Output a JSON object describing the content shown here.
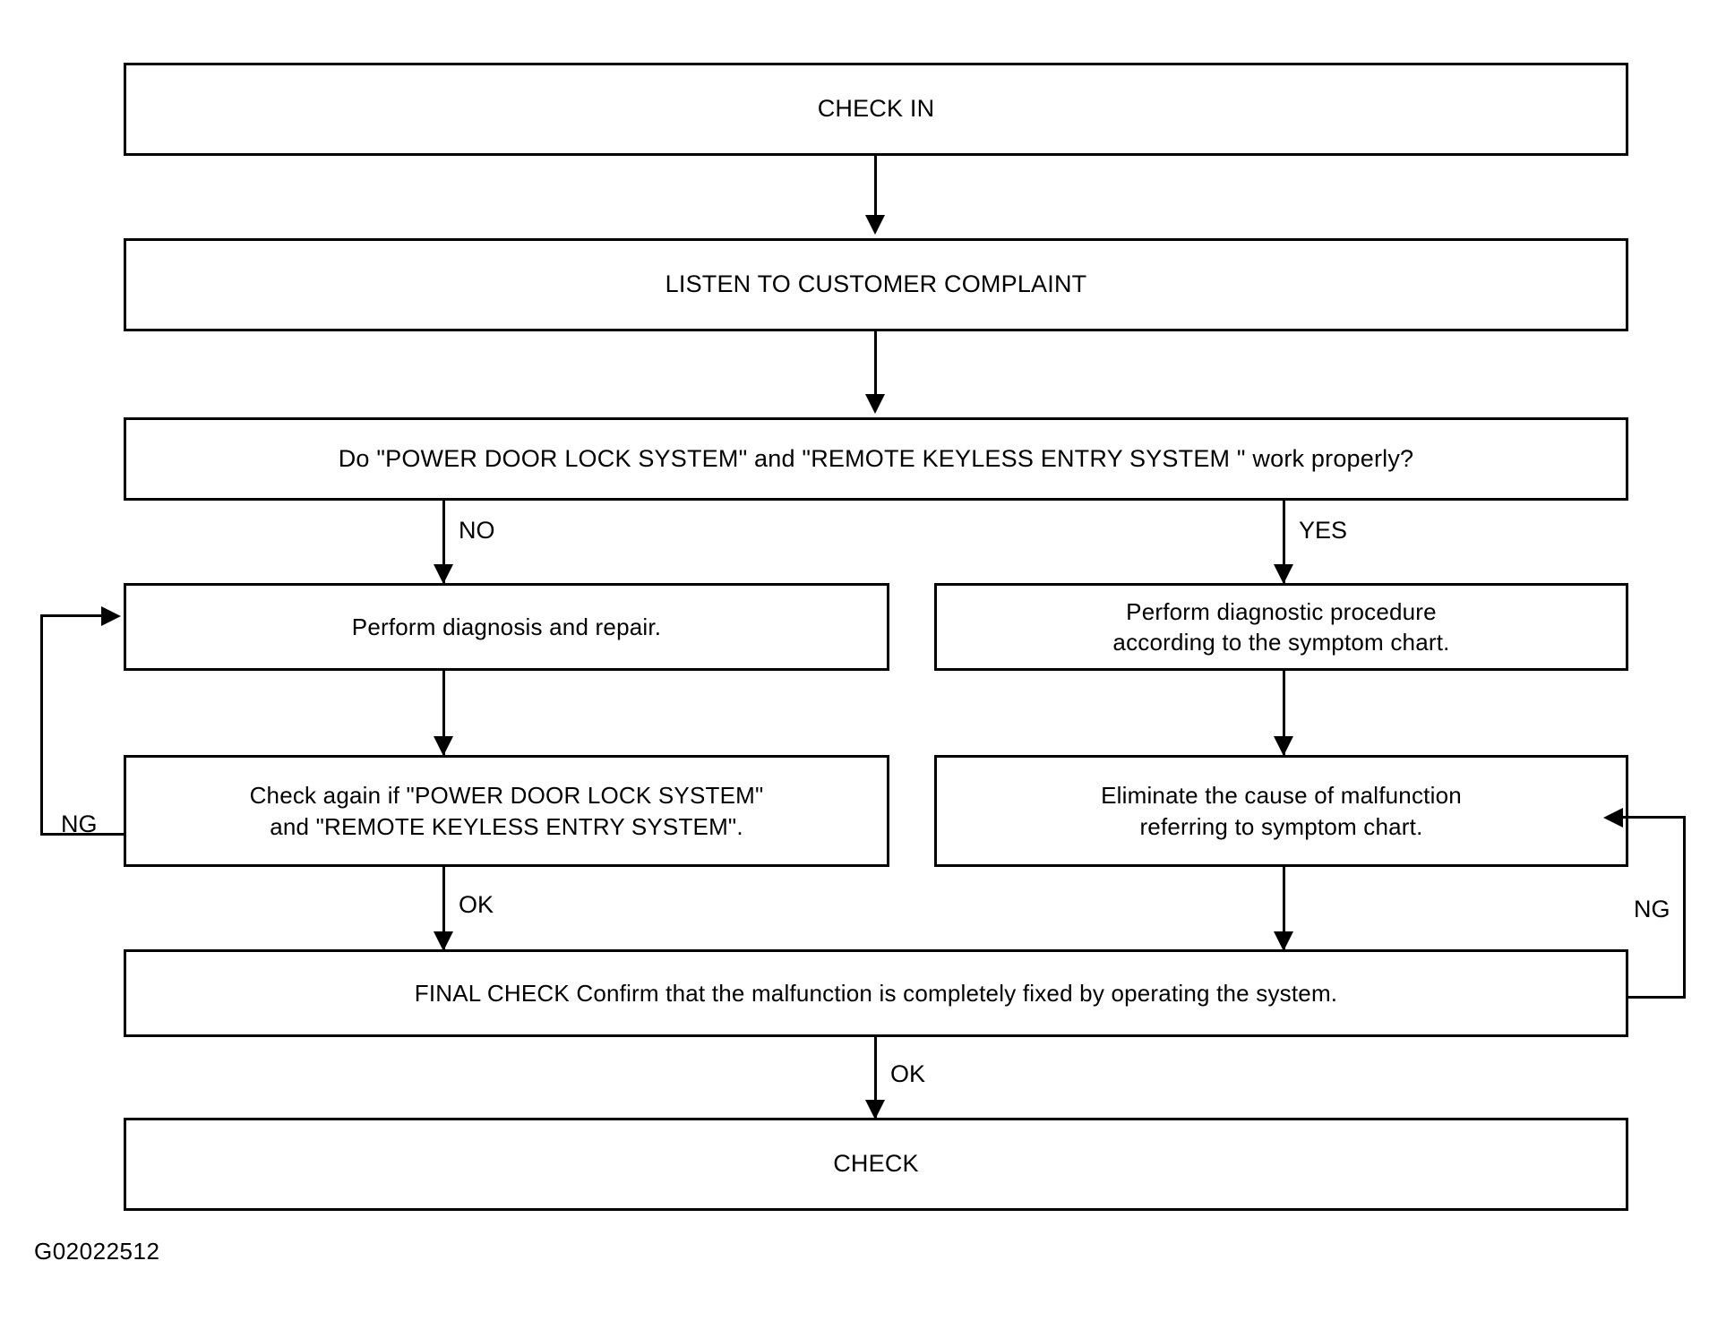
{
  "figure": {
    "id_label": "G02022512",
    "background_color": "#ffffff",
    "line_color": "#000000"
  },
  "chart_data": {
    "type": "diagram",
    "subtype": "flowchart",
    "title": "Power Door Lock / Remote Keyless Entry Diagnostic Flow",
    "nodes": [
      {
        "id": "check_in",
        "label": "CHECK IN",
        "shape": "rect"
      },
      {
        "id": "listen",
        "label": "LISTEN TO CUSTOMER COMPLAINT",
        "shape": "rect"
      },
      {
        "id": "decision",
        "label": "Do \"POWER DOOR LOCK SYSTEM\" and \"REMOTE  KEYLESS   ENTRY  SYSTEM \" work properly?",
        "shape": "rect"
      },
      {
        "id": "perform_repair",
        "label": "Perform diagnosis and repair.",
        "shape": "rect"
      },
      {
        "id": "perform_proc",
        "label": "Perform diagnostic procedure\naccording to the symptom chart.",
        "shape": "rect"
      },
      {
        "id": "check_again",
        "label": "Check again if \"POWER DOOR LOCK SYSTEM\"\nand \"REMOTE  KEYLESS  ENTRY SYSTEM\".",
        "shape": "rect"
      },
      {
        "id": "eliminate",
        "label": "Eliminate the cause of malfunction\nreferring to symptom chart.",
        "shape": "rect"
      },
      {
        "id": "final_check",
        "label": "FINAL CHECK Confirm that the malfunction is completely fixed by operating the system.",
        "shape": "rect"
      },
      {
        "id": "check_out",
        "label": "CHECK",
        "shape": "rect"
      }
    ],
    "edges": [
      {
        "from": "check_in",
        "to": "listen",
        "label": ""
      },
      {
        "from": "listen",
        "to": "decision",
        "label": ""
      },
      {
        "from": "decision",
        "to": "perform_repair",
        "label": "NO"
      },
      {
        "from": "decision",
        "to": "perform_proc",
        "label": "YES"
      },
      {
        "from": "perform_repair",
        "to": "check_again",
        "label": ""
      },
      {
        "from": "perform_proc",
        "to": "eliminate",
        "label": ""
      },
      {
        "from": "check_again",
        "to": "perform_repair",
        "label": "NG"
      },
      {
        "from": "check_again",
        "to": "final_check",
        "label": "OK"
      },
      {
        "from": "eliminate",
        "to": "final_check",
        "label": ""
      },
      {
        "from": "final_check",
        "to": "eliminate",
        "label": "NG"
      },
      {
        "from": "final_check",
        "to": "check_out",
        "label": "OK"
      }
    ]
  },
  "boxes": {
    "check_in": "CHECK IN",
    "listen": "LISTEN TO CUSTOMER COMPLAINT",
    "decision": "Do \"POWER DOOR LOCK SYSTEM\" and \"REMOTE  KEYLESS   ENTRY  SYSTEM \" work properly?",
    "perform_repair": "Perform diagnosis and repair.",
    "perform_proc": "Perform diagnostic procedure\naccording to the symptom chart.",
    "check_again": "Check again if \"POWER DOOR LOCK SYSTEM\"\nand \"REMOTE  KEYLESS  ENTRY SYSTEM\".",
    "eliminate": "Eliminate the cause of malfunction\nreferring to symptom chart.",
    "final_check": "FINAL CHECK Confirm that the malfunction is completely fixed by operating the system.",
    "check_out": "CHECK"
  },
  "labels": {
    "no": "NO",
    "yes": "YES",
    "ng_left": "NG",
    "ng_right": "NG",
    "ok_left": "OK",
    "ok_bottom": "OK"
  }
}
